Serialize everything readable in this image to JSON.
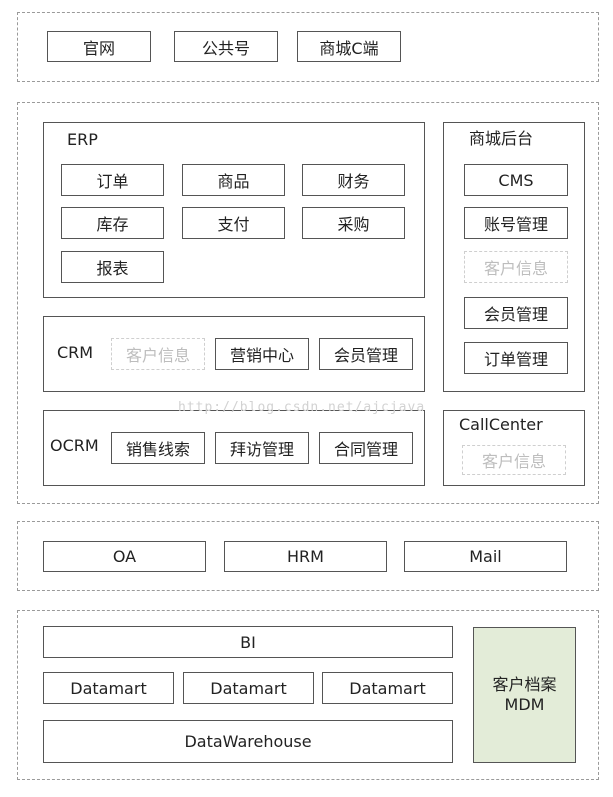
{
  "frontends": [
    "官网",
    "公共号",
    "商城C端"
  ],
  "erp": {
    "title": "ERP",
    "modules": [
      "订单",
      "商品",
      "财务",
      "库存",
      "支付",
      "采购",
      "报表"
    ]
  },
  "mall_backend": {
    "title": "商城后台",
    "modules": [
      "CMS",
      "账号管理",
      "客户信息",
      "会员管理",
      "订单管理"
    ]
  },
  "crm": {
    "title": "CRM",
    "modules": [
      "客户信息",
      "营销中心",
      "会员管理"
    ]
  },
  "ocrm": {
    "title": "OCRM",
    "modules": [
      "销售线索",
      "拜访管理",
      "合同管理"
    ]
  },
  "callcenter": {
    "title": "CallCenter",
    "modules": [
      "客户信息"
    ]
  },
  "office": [
    "OA",
    "HRM",
    "Mail"
  ],
  "data_layer": {
    "bi": "BI",
    "datamarts": [
      "Datamart",
      "Datamart",
      "Datamart"
    ],
    "warehouse": "DataWarehouse",
    "mdm_line1": "客户档案",
    "mdm_line2": "MDM"
  },
  "watermark": "http://blog.csdn.net/ajcjava"
}
